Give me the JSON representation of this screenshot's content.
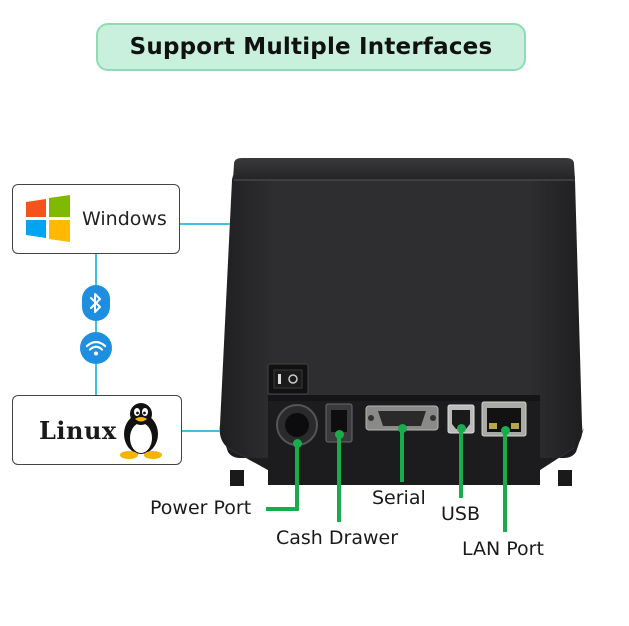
{
  "title": "Support Multiple Interfaces",
  "os": {
    "windows_label": "Windows",
    "linux_label": "Linux"
  },
  "wireless": {
    "bluetooth_icon": "bluetooth-icon",
    "wifi_icon": "wifi-icon"
  },
  "ports": {
    "power": "Power Port",
    "cash_drawer": "Cash Drawer",
    "serial": "Serial",
    "usb": "USB",
    "lan": "LAN Port"
  },
  "colors": {
    "accent_green": "#1aac4c",
    "connector_blue": "#43bfe4",
    "title_bg": "#c8f0dc",
    "printer_body": "#2b2b2d"
  }
}
